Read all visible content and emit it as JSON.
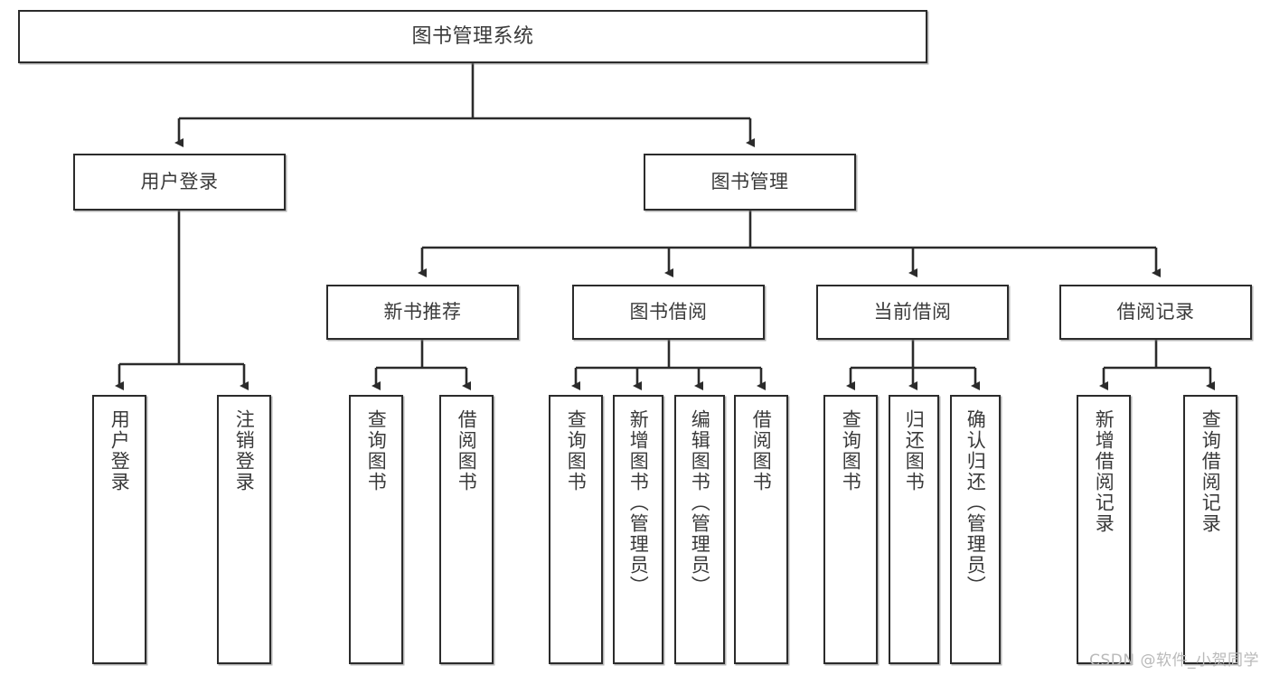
{
  "diagram": {
    "title": "图书管理系统",
    "type": "tree",
    "watermark": "CSDN @软件_小贺同学",
    "accent_color": "#2b2b2b",
    "text_color": "#3a3a3a",
    "background": "#ffffff"
  },
  "nodes": {
    "root": {
      "label": "图书管理系统"
    },
    "level2": [
      {
        "label": "用户登录"
      },
      {
        "label": "图书管理"
      }
    ],
    "level3": [
      {
        "label": "新书推荐"
      },
      {
        "label": "图书借阅"
      },
      {
        "label": "当前借阅"
      },
      {
        "label": "借阅记录"
      }
    ],
    "leaves": {
      "user_login": [
        {
          "label": "用户登录"
        },
        {
          "label": "注销登录"
        }
      ],
      "new_book": [
        {
          "label": "查询图书"
        },
        {
          "label": "借阅图书"
        }
      ],
      "book_borrow": [
        {
          "label": "查询图书"
        },
        {
          "label": "新增图书（管理员）"
        },
        {
          "label": "编辑图书（管理员）"
        },
        {
          "label": "借阅图书"
        }
      ],
      "current_borrow": [
        {
          "label": "查询图书"
        },
        {
          "label": "归还图书"
        },
        {
          "label": "确认归还（管理员）"
        }
      ],
      "borrow_record": [
        {
          "label": "新增借阅记录"
        },
        {
          "label": "查询借阅记录"
        }
      ]
    }
  }
}
